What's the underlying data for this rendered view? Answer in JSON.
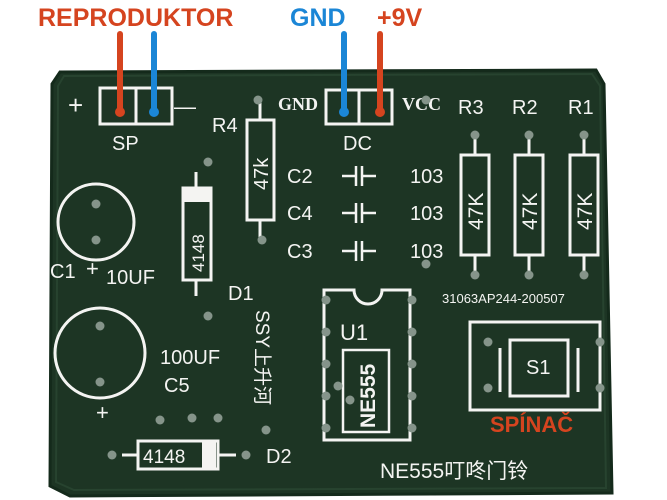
{
  "colors": {
    "board": "#1d3524",
    "board_edge": "#142a1b",
    "silk": "#f4f4f2",
    "hole": "#85948a",
    "wire_red": "#d5441f",
    "wire_blue": "#1b86d6",
    "label_red": "#d5441f",
    "label_blue": "#1b86d6"
  },
  "header": {
    "reproduktor": "REPRODUKTOR",
    "gnd": "GND",
    "plus9v": "+9V"
  },
  "board": {
    "sp_plus": "+",
    "sp_minus": "—",
    "sp": "SP",
    "gnd": "GND",
    "vcc": "VCC",
    "dc": "DC",
    "r4": "R4",
    "r4_value": "47k",
    "r3": "R3",
    "r2": "R2",
    "r1": "R1",
    "r3_value": "47K",
    "r2_value": "47K",
    "r1_value": "47K",
    "c2": "C2",
    "c4": "C4",
    "c3": "C3",
    "cap_code_1": "103",
    "cap_code_2": "103",
    "cap_code_3": "103",
    "d1_value": "4148",
    "d1": "D1",
    "c1": "C1",
    "c1_plus": "+",
    "c1_value": "10UF",
    "c5_value": "100UF",
    "c5": "C5",
    "c5_plus": "+",
    "serial": "31063AP244-200507",
    "u1": "U1",
    "u1_chip": "NE555",
    "vertical_text": "SSY上升河",
    "s1": "S1",
    "spinac": "SPÍNAČ",
    "d2_value": "4148",
    "d2": "D2",
    "title": "NE555叮咚门铃"
  }
}
